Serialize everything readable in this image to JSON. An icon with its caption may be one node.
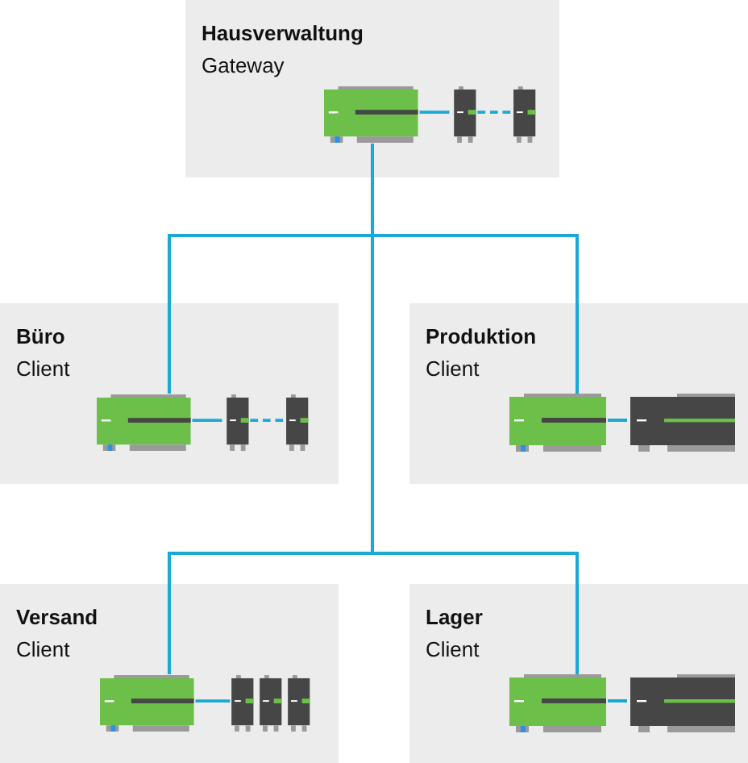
{
  "diagram": {
    "nodes": [
      {
        "text": [
          "Hausverwaltung",
          "Gateway"
        ]
      },
      {
        "text": [],
        "shape": "picture",
        "in": 0
      },
      {
        "text": [
          "Büro",
          "Client"
        ]
      },
      {
        "text": [],
        "shape": "picture",
        "in": 2
      },
      {
        "text": [
          "Produktion",
          "Client"
        ]
      },
      {
        "text": [],
        "shape": "picture",
        "in": 4
      },
      {
        "text": [
          "Versand",
          "Client"
        ]
      },
      {
        "text": [],
        "shape": "picture",
        "in": 6
      },
      {
        "text": [
          "Lager",
          "Client"
        ]
      },
      {
        "text": [],
        "shape": "picture",
        "in": 8
      }
    ],
    "edges": [
      {
        "from": 1,
        "to": 3,
        "arrow": "none"
      },
      {
        "from": 1,
        "to": 5,
        "arrow": "none"
      },
      {
        "from": 1,
        "to": 7,
        "arrow": "none"
      },
      {
        "from": 1,
        "to": 9,
        "arrow": "none"
      }
    ]
  }
}
